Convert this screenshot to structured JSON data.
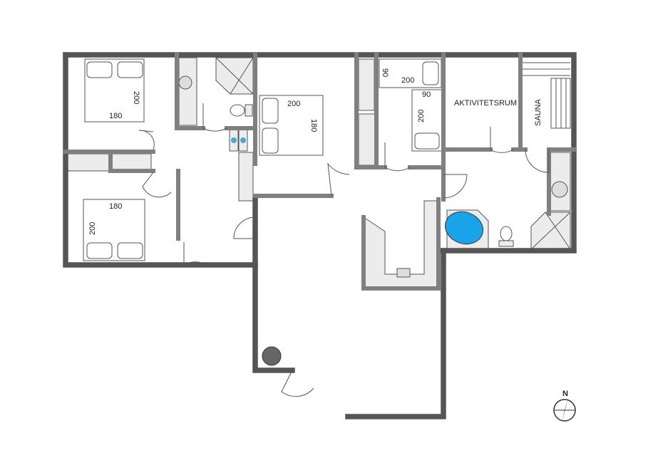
{
  "rooms": {
    "activity_room": "AKTIVITETSRUM",
    "sauna": "SAUNA"
  },
  "beds": {
    "bedroom_top_left": {
      "length": "200",
      "width": "180"
    },
    "bedroom_bottom_left": {
      "width": "180",
      "length": "200"
    },
    "bedroom_middle": {
      "length": "200",
      "width": "180"
    },
    "bunk_room_upper": {
      "width": "90",
      "length": "200"
    },
    "bunk_room_lower": {
      "width": "90",
      "length": "200"
    }
  },
  "compass": {
    "north_label": "N"
  },
  "colors": {
    "wall": "#808080",
    "pool": "#1aa3e8",
    "fixture": "#ececec"
  }
}
